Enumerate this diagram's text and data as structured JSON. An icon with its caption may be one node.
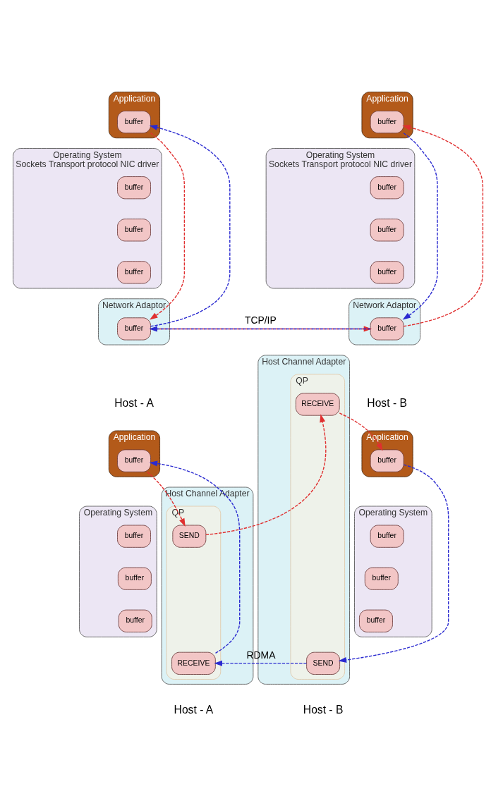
{
  "diagram": {
    "nodes": [
      {
        "text": [
          "Application"
        ]
      },
      {
        "text": [
          "buffer"
        ],
        "in": 0
      },
      {
        "text": [
          "Operating System",
          "Sockets Transport protocol NIC driver"
        ]
      },
      {
        "text": [
          "buffer"
        ],
        "in": 2
      },
      {
        "text": [
          "buffer"
        ],
        "in": 2
      },
      {
        "text": [
          "buffer"
        ],
        "in": 2
      },
      {
        "text": [
          "Network Adaptor"
        ]
      },
      {
        "text": [
          "buffer"
        ],
        "in": 6
      },
      {
        "text": [
          "Application"
        ]
      },
      {
        "text": [
          "buffer"
        ],
        "in": 8
      },
      {
        "text": [
          "Operating System",
          "Sockets Transport protocol NIC driver"
        ]
      },
      {
        "text": [
          "buffer"
        ],
        "in": 10
      },
      {
        "text": [
          "buffer"
        ],
        "in": 10
      },
      {
        "text": [
          "buffer"
        ],
        "in": 10
      },
      {
        "text": [
          "Network Adaptor"
        ]
      },
      {
        "text": [
          "buffer"
        ],
        "in": 14
      },
      {
        "text": [
          "Application"
        ]
      },
      {
        "text": [
          "buffer"
        ],
        "in": 16
      },
      {
        "text": [
          "Operating System"
        ]
      },
      {
        "text": [
          "buffer"
        ],
        "in": 18
      },
      {
        "text": [
          "buffer"
        ],
        "in": 18
      },
      {
        "text": [
          "buffer"
        ],
        "in": 18
      },
      {
        "text": [
          "Host Channel Adapter"
        ]
      },
      {
        "text": [
          "QP"
        ],
        "in": 22
      },
      {
        "text": [
          "RECEIVE"
        ],
        "in": 23
      },
      {
        "text": [
          "SEND"
        ],
        "in": 23
      },
      {
        "text": [
          "Application"
        ]
      },
      {
        "text": [
          "buffer"
        ],
        "in": 26
      },
      {
        "text": [
          "Operating System"
        ]
      },
      {
        "text": [
          "buffer"
        ],
        "in": 28
      },
      {
        "text": [
          "buffer"
        ],
        "in": 28
      },
      {
        "text": [
          "buffer"
        ],
        "in": 28
      },
      {
        "text": [
          "Host Channel Adapter"
        ]
      },
      {
        "text": [
          "QP"
        ],
        "in": 32
      },
      {
        "text": [
          "SEND"
        ],
        "in": 33
      },
      {
        "text": [
          "RECEIVE"
        ],
        "in": 33
      }
    ],
    "edges": [
      {
        "from": 1,
        "to": 7,
        "arrow": "to",
        "style": "dashed",
        "color": "#e03030"
      },
      {
        "from": 7,
        "to": 1,
        "arrow": "to",
        "style": "dashed",
        "color": "#2a2ad0"
      },
      {
        "from": 15,
        "to": 7,
        "arrow": "to",
        "style": "dashed",
        "color": "#2a2ad0",
        "label": "TCP/IP"
      },
      {
        "from": 7,
        "to": 15,
        "arrow": "to",
        "style": "dashed",
        "color": "#e03030"
      },
      {
        "from": 9,
        "to": 15,
        "arrow": "to",
        "style": "dashed",
        "color": "#2a2ad0"
      },
      {
        "from": 15,
        "to": 9,
        "arrow": "to",
        "style": "dashed",
        "color": "#e03030"
      },
      {
        "from": 17,
        "to": 25,
        "arrow": "to",
        "style": "dashed",
        "color": "#e03030"
      },
      {
        "from": 24,
        "to": 17,
        "arrow": "to",
        "style": "dashed",
        "color": "#2a2ad0"
      },
      {
        "from": 34,
        "to": 24,
        "arrow": "to",
        "style": "dashed",
        "color": "#2a2ad0",
        "label": "RDMA"
      },
      {
        "from": 25,
        "to": 35,
        "arrow": "to",
        "style": "dashed",
        "color": "#e03030"
      },
      {
        "from": 27,
        "to": 34,
        "arrow": "to",
        "style": "dashed",
        "color": "#2a2ad0"
      },
      {
        "from": 35,
        "to": 27,
        "arrow": "to",
        "style": "dashed",
        "color": "#e03030"
      }
    ],
    "labels": [
      "Host - A",
      "Host - B",
      "Host - A",
      "Host - B"
    ]
  }
}
